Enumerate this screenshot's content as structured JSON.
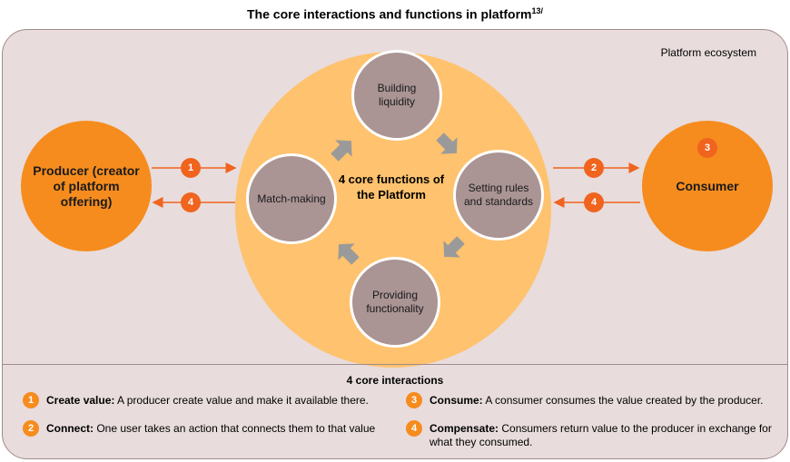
{
  "title": "The core interactions and functions in platform",
  "title_footnote": "13/",
  "ecosystem_label": "Platform ecosystem",
  "center_label": "4 core functions of the Platform",
  "functions": {
    "building": "Building liquidity",
    "rules": "Setting rules and standards",
    "providing": "Providing functionality",
    "matchmaking": "Match-making"
  },
  "producer_label": "Producer (creator of platform offering)",
  "consumer_label": "Consumer",
  "badges": {
    "producer_out": "1",
    "producer_in": "4",
    "consumer_in": "2",
    "consumer_out": "4",
    "consumer_top": "3"
  },
  "legend": {
    "title": "4 core interactions",
    "items": [
      {
        "num": "1",
        "head": "Create value:",
        "text": " A producer create value and make it available there."
      },
      {
        "num": "2",
        "head": "Connect:",
        "text": " One user takes an action that connects them to that value"
      },
      {
        "num": "3",
        "head": "Consume:",
        "text": " A consumer consumes the value created by the producer."
      },
      {
        "num": "4",
        "head": "Compensate:",
        "text": " Consumers return value to the producer in exchange for what they consumed."
      }
    ]
  },
  "colors": {
    "orange": "#f68c1e",
    "badge_orange": "#f0641e",
    "light_orange": "#ffc26e",
    "node_gray": "#aa9494",
    "background": "#e8dcdc"
  }
}
